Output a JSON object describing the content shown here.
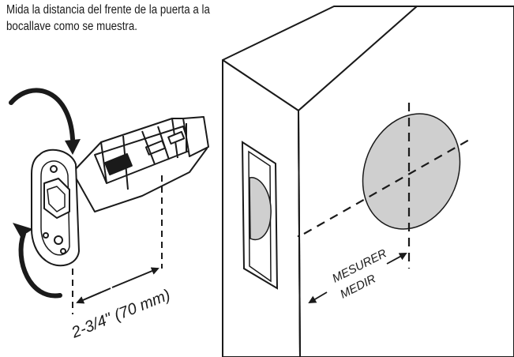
{
  "instructions": {
    "line1": "Mida la distancia del frente de la puerta a la",
    "line2": "bocallave como se muestra."
  },
  "labels": {
    "measurement": "2-3/4\" (70 mm)",
    "measure_fr": "MESURER",
    "measure_es": "MEDIR"
  },
  "colors": {
    "ink": "#1a1a1a",
    "hole_fill": "#cfcfcf"
  }
}
